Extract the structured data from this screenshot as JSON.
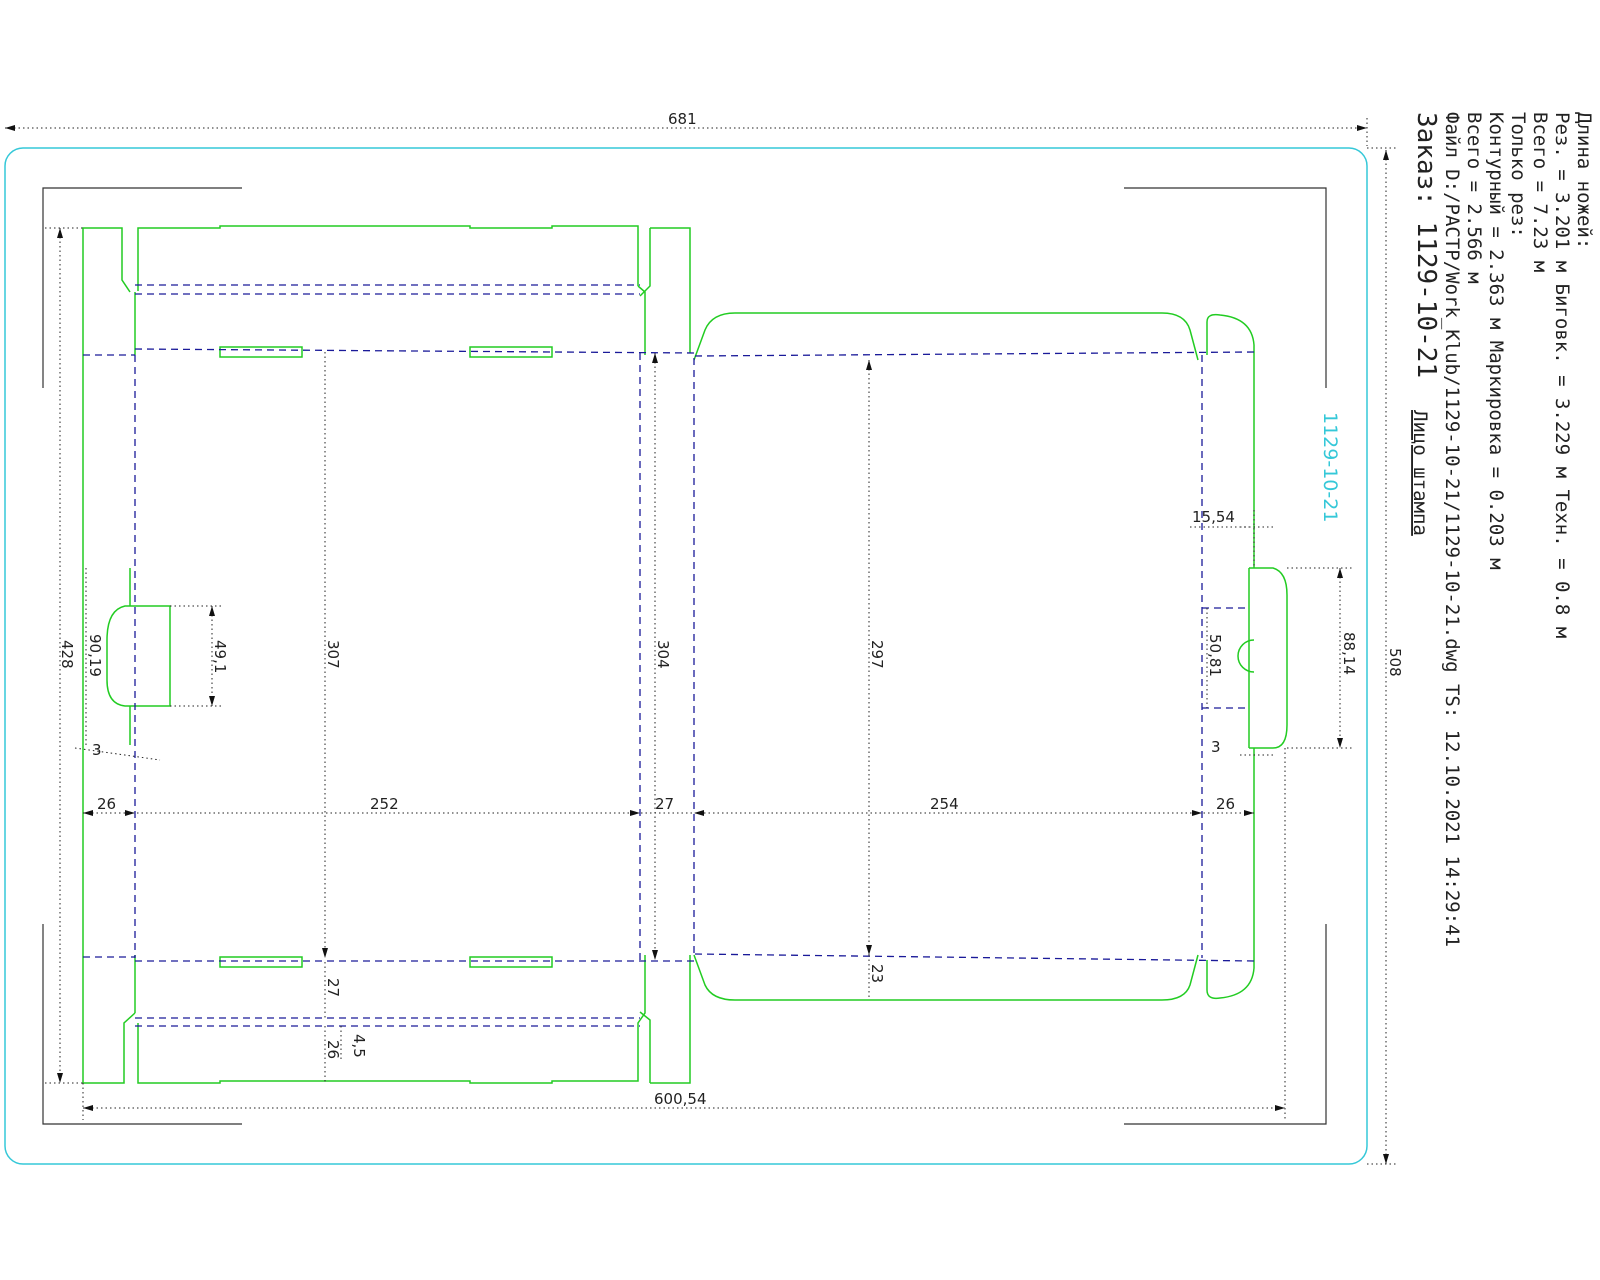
{
  "dimensions": {
    "overall_width": "681",
    "overall_height": "508",
    "inner_width": "600,54",
    "left_height": "428",
    "tab_left_outer": "90,19",
    "tab_left_inner": "49,1",
    "panel1_height": "307",
    "panel3_height": "304",
    "panel4_height": "297",
    "lower_flap": "27",
    "bottom_flap": "26",
    "small_offset": "4,5",
    "right_flap_depth": "23",
    "right_tab_width": "15,54",
    "right_tab_height": "88,14",
    "right_tab_inner": "50,81",
    "gap_left": "3",
    "gap_right": "3",
    "seg_glue": "26",
    "seg_panel1": "252",
    "seg_panel2": "27",
    "seg_panel3": "254",
    "seg_end": "26"
  },
  "info": {
    "line1": "Длина ножей:",
    "line2": "Рез.    = 3.201 м Биговк. = 3.229 м Техн. = 0.8 м",
    "line3": "Всего   = 7.23 м",
    "line4": "Только рез:",
    "line5": "Контурный   = 2.363 м Маркировка   = 0.203 м",
    "line6": "Всего   = 2.566 м",
    "line7": "Файл D:/РАСТР/Work_Klub/1129-10-21/1129-10-21.dwg  TS: 12.10.2021 14:29:41",
    "order": "Заказ: 1129-10-21",
    "face": "Лицо штампа"
  },
  "stamp_label": "1129-10-21",
  "colors": {
    "cut": "#22cc22",
    "crease": "#1a1a99",
    "border": "#35c8d8",
    "dimension": "#222222"
  }
}
